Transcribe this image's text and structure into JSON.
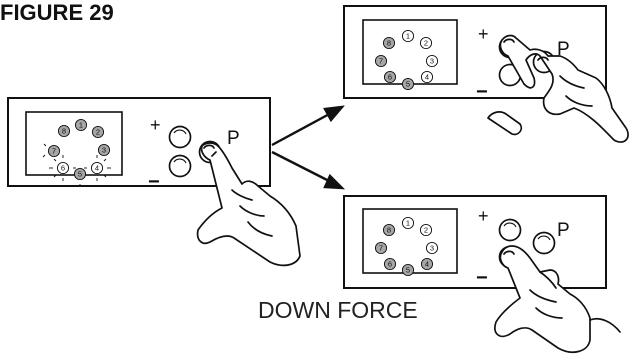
{
  "figure": {
    "title": "FIGURE 29",
    "caption": "DOWN FORCE"
  },
  "panel": {
    "plus": "+",
    "minus": "−",
    "program": "P"
  },
  "indicators": [
    "1",
    "2",
    "3",
    "4",
    "5",
    "6",
    "7",
    "8"
  ],
  "colors": {
    "lit_fill": "#a6a6a6",
    "stroke": "#111111",
    "background": "#ffffff"
  }
}
